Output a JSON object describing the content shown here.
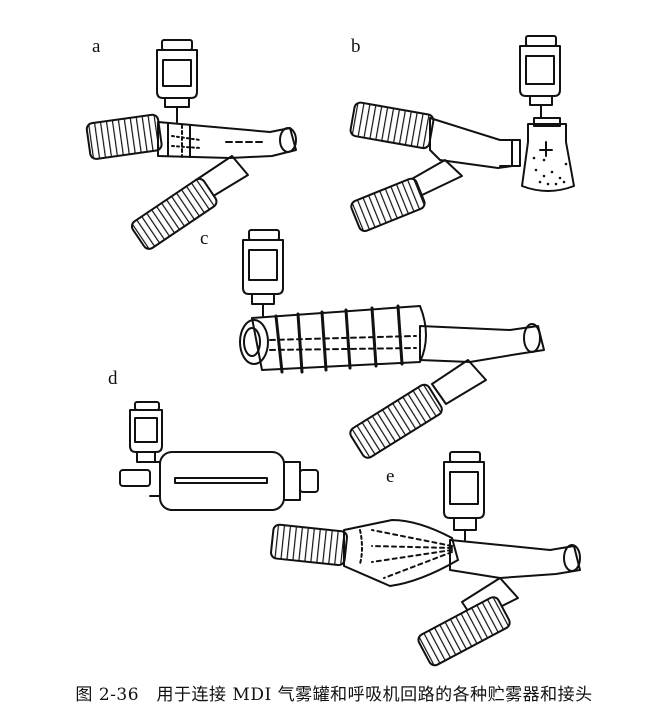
{
  "panel_labels": {
    "a": "a",
    "b": "b",
    "c": "c",
    "d": "d",
    "e": "e"
  },
  "caption": "图 2-36　用于连接 MDI 气雾罐和呼吸机回路的各种贮雾器和接头",
  "colors": {
    "ink": "#111111",
    "paper": "#ffffff"
  }
}
